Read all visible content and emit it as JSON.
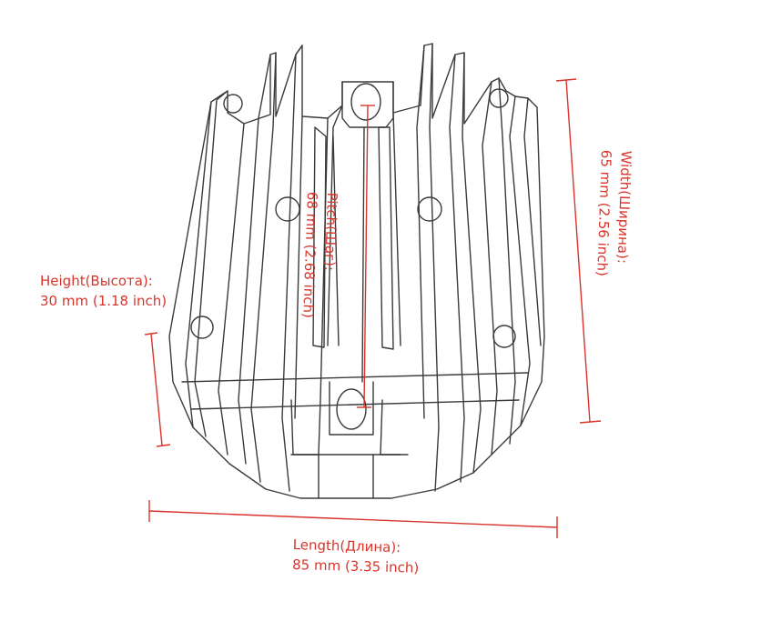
{
  "colors": {
    "dimension": "#d9342b",
    "sketch": "#3a3a3a",
    "background": "#ffffff"
  },
  "dimensions": {
    "height": {
      "name": "Height(Высота):",
      "value": "30 mm (1.18 inch)"
    },
    "width": {
      "name": "Width(Ширина):",
      "value": "65 mm (2.56 inch)"
    },
    "pitch": {
      "name": "Pitch(Шаг):",
      "value": "68 mm (2.68 inch)"
    },
    "length": {
      "name": "Length(Длина):",
      "value": "85 mm (3.35 inch)"
    }
  },
  "illustration": "heatsink-sketch"
}
